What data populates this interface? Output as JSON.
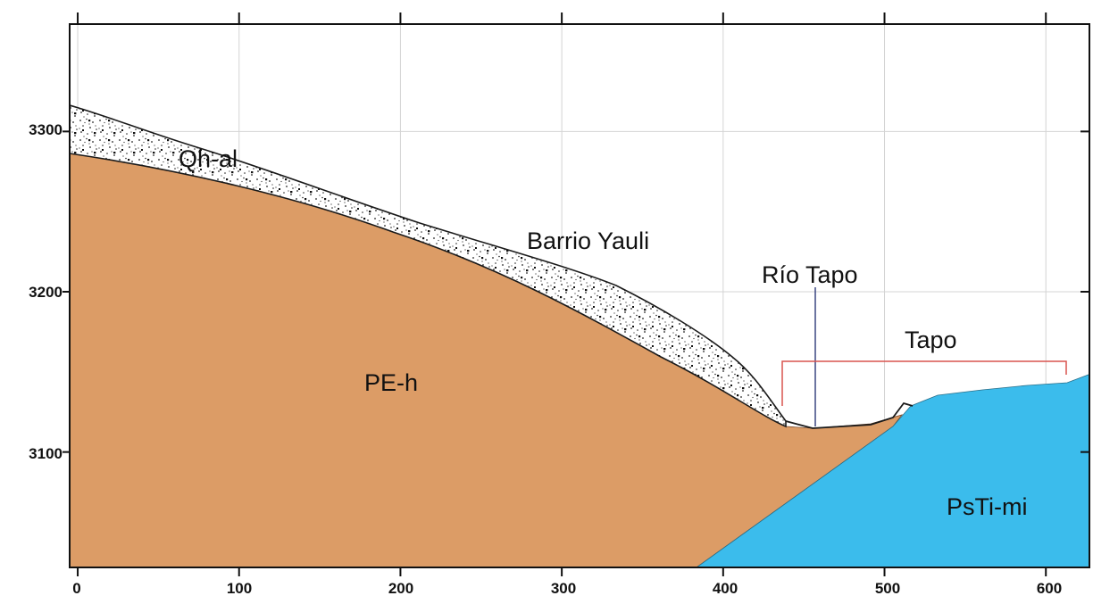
{
  "axes": {
    "x_ticks": [
      "0",
      "100",
      "200",
      "300",
      "400",
      "500",
      "600"
    ],
    "y_ticks": [
      "3300",
      "3200",
      "3100"
    ]
  },
  "labels": {
    "qh_al": "Qh-al",
    "barrio_yauli": "Barrio Yauli",
    "rio_tapo": "Río Tapo",
    "tapo": "Tapo",
    "pe_h": "PE-h",
    "psti_mi": "PsTi-mi"
  },
  "colors": {
    "pe_h_unit": "#dc9c66",
    "psti_mi_unit": "#3bbcec",
    "alluvium_fill": "#ffffff",
    "tapo_bracket": "#d9534f",
    "river_marker": "#1c2a6e"
  },
  "chart_data": {
    "type": "cross-section",
    "x_ticks": [
      0,
      100,
      200,
      300,
      400,
      500,
      600
    ],
    "y_ticks": [
      3100,
      3200,
      3300
    ],
    "xlim": [
      -5,
      627
    ],
    "ylim": [
      3028,
      3367
    ],
    "units": [
      {
        "name": "Qh-al",
        "pattern": "dotted"
      },
      {
        "name": "PE-h",
        "color": "#dc9c66"
      },
      {
        "name": "PsTi-mi",
        "color": "#3bbcec"
      }
    ],
    "annotations": [
      "Barrio Yauli",
      "Río Tapo",
      "Tapo"
    ]
  }
}
